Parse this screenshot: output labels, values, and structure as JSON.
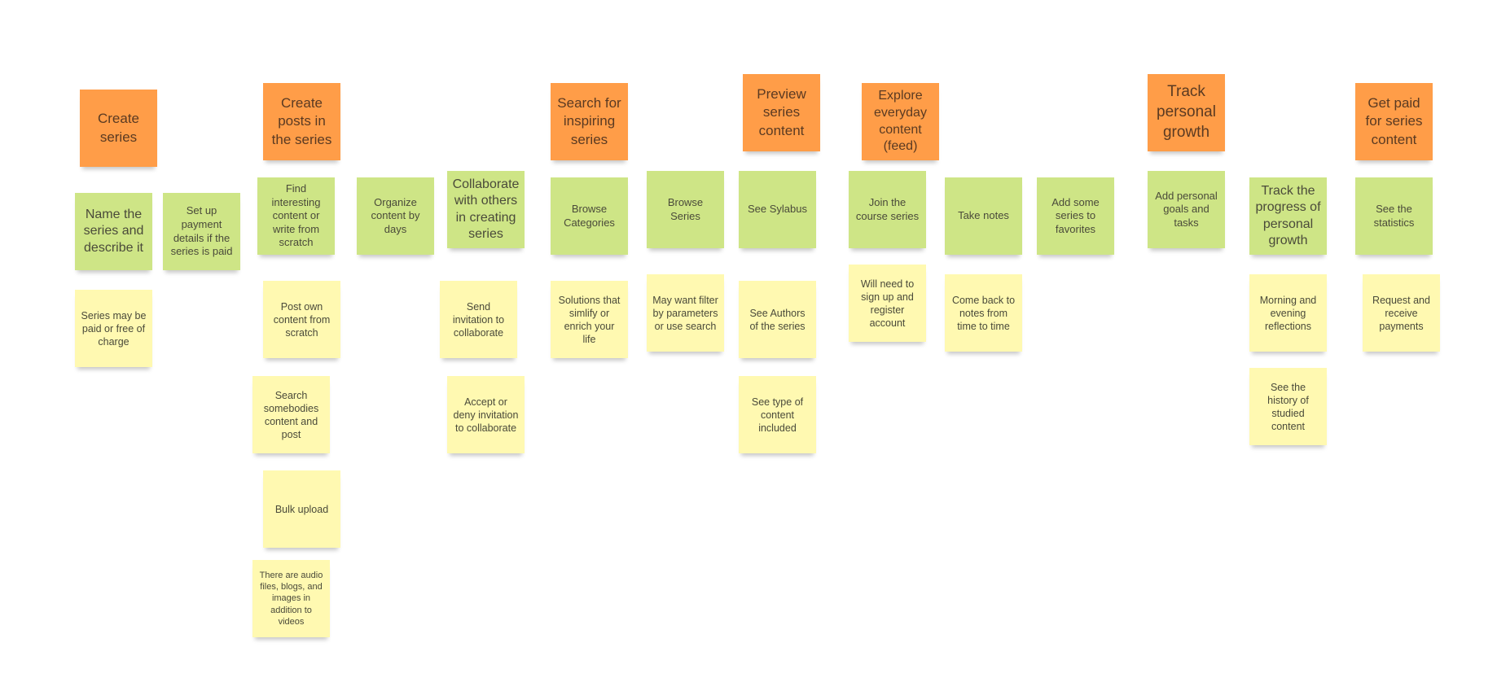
{
  "colors": {
    "epic": "#ff9d48",
    "story": "#cee586",
    "detail": "#fff9b1",
    "background": "#ffffff"
  },
  "columns": [
    {
      "epic": "Create series",
      "stories": [
        {
          "title": "Name the series and describe it",
          "details": [
            "Series may be paid or free of charge"
          ]
        },
        {
          "title": "Set up payment details if the series is paid",
          "details": []
        }
      ]
    },
    {
      "epic": "Create posts in the series",
      "stories": [
        {
          "title": "Find interesting content or write from scratch",
          "details": [
            "Post own content from scratch",
            "Search somebodies content and post",
            "Bulk upload",
            "There are audio files, blogs, and images in addition to videos"
          ]
        },
        {
          "title": "Organize content by days",
          "details": []
        },
        {
          "title": "Collaborate with others in creating series",
          "details": [
            "Send invitation to collaborate",
            "Accept or deny invitation to collaborate"
          ]
        }
      ]
    },
    {
      "epic": "Search for inspiring series",
      "stories": [
        {
          "title": "Browse Categories",
          "details": [
            "Solutions that simlify or enrich your life"
          ]
        },
        {
          "title": "Browse Series",
          "details": [
            "May want filter by parameters or use search"
          ]
        }
      ]
    },
    {
      "epic": "Preview series content",
      "stories": [
        {
          "title": "See Sylabus",
          "details": [
            "See Authors of the series",
            "See type of content included"
          ]
        }
      ]
    },
    {
      "epic": "Explore everyday content (feed)",
      "stories": [
        {
          "title": "Join the course series",
          "details": [
            "Will need to sign up and register account"
          ]
        },
        {
          "title": "Take notes",
          "details": [
            "Come back to notes from time to time"
          ]
        },
        {
          "title": "Add some series to favorites",
          "details": []
        }
      ]
    },
    {
      "epic": "Track personal growth",
      "stories": [
        {
          "title": "Add personal goals and tasks",
          "details": []
        },
        {
          "title": "Track the progress of personal growth",
          "details": [
            "Morning and evening reflections",
            "See the history of studied content"
          ]
        }
      ]
    },
    {
      "epic": "Get paid for series content",
      "stories": [
        {
          "title": "See the statistics",
          "details": [
            "Request and receive payments"
          ]
        }
      ]
    }
  ]
}
